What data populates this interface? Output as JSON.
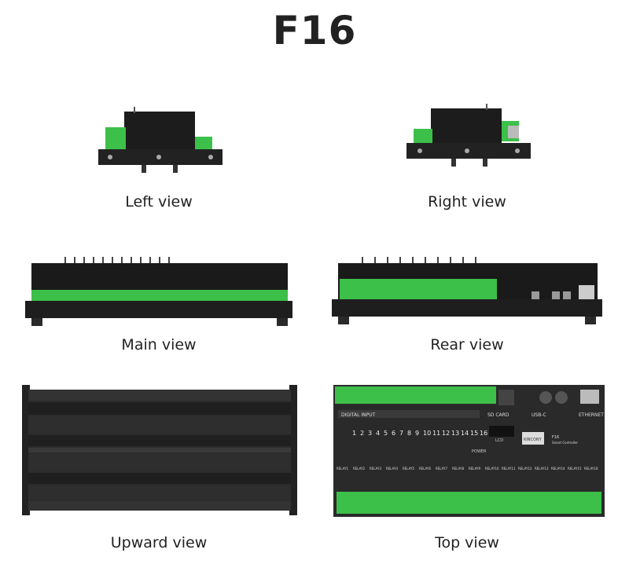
{
  "title": "F16",
  "views": {
    "left": "Left view",
    "right": "Right view",
    "main": "Main view",
    "rear": "Rear view",
    "upward": "Upward view",
    "top": "Top view"
  },
  "board": {
    "brand": "KINCONY",
    "model": "F16",
    "subtitle": "Smart Controller",
    "lcd": "LCD",
    "power": "POWER",
    "ethernet": "ETHERNET",
    "sd_card": "SD CARD",
    "usbc": "USB-C",
    "digital_input": "DIGITAL INPUT",
    "relays": [
      "RELAY1",
      "RELAY2",
      "RELAY3",
      "RELAY4",
      "RELAY5",
      "RELAY6",
      "RELAY7",
      "RELAY8",
      "RELAY9",
      "RELAY10",
      "RELAY11",
      "RELAY12",
      "RELAY13",
      "RELAY14",
      "RELAY15",
      "RELAY16"
    ],
    "leds": [
      "1",
      "2",
      "3",
      "4",
      "5",
      "6",
      "7",
      "8",
      "9",
      "10",
      "11",
      "12",
      "13",
      "14",
      "15",
      "16"
    ]
  }
}
